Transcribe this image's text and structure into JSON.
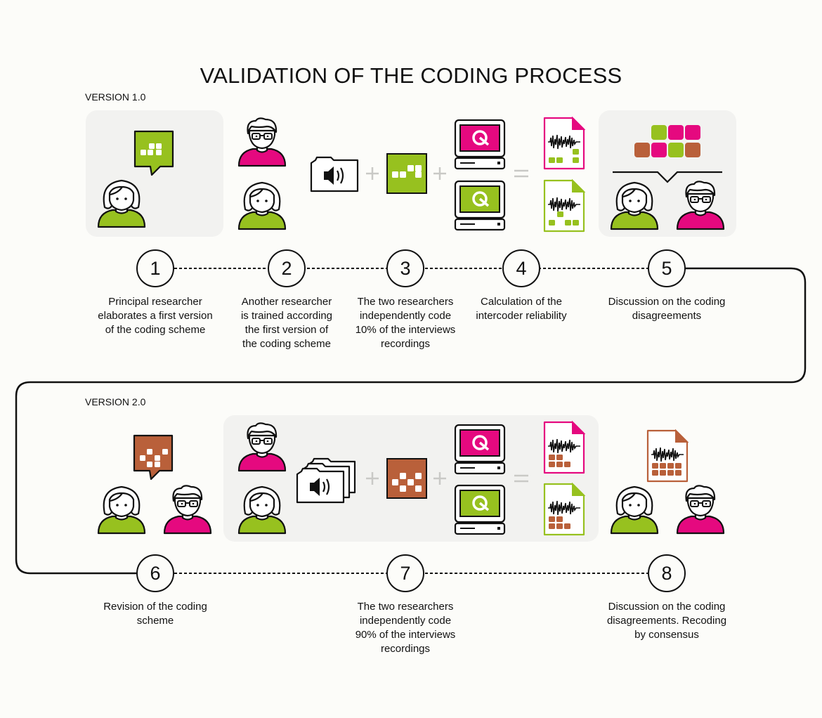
{
  "title": "VALIDATION OF THE CODING PROCESS",
  "versions": {
    "v1": "VERSION 1.0",
    "v2": "VERSION 2.0"
  },
  "colors": {
    "green": "#97c11f",
    "pink": "#e5097f",
    "brown": "#b9603a",
    "panel": "#f2f2f0",
    "ink": "#111111"
  },
  "steps": [
    {
      "number": "1",
      "caption": "Principal researcher\nelaborates a first version\nof the coding scheme"
    },
    {
      "number": "2",
      "caption": "Another researcher\nis trained according\nthe first version of\nthe coding scheme"
    },
    {
      "number": "3",
      "caption": "The two researchers\nindependently code\n10% of the interviews\nrecordings"
    },
    {
      "number": "4",
      "caption": "Calculation of the\nintercoder reliability"
    },
    {
      "number": "5",
      "caption": "Discussion on the coding\ndisagreements"
    },
    {
      "number": "6",
      "caption": "Revision of the coding\nscheme"
    },
    {
      "number": "7",
      "caption": "The two researchers\nindependently code\n90% of the interviews\nrecordings"
    },
    {
      "number": "8",
      "caption": "Discussion on the coding\ndisagreements. Recoding\nby consensus"
    }
  ],
  "operators": {
    "plus": "+",
    "equals": "="
  },
  "icons": [
    "woman-researcher-icon",
    "man-researcher-icon",
    "speech-bubble-icon",
    "audio-folder-icon",
    "codebook-icon",
    "computer-icon",
    "coded-audio-file-icon"
  ]
}
